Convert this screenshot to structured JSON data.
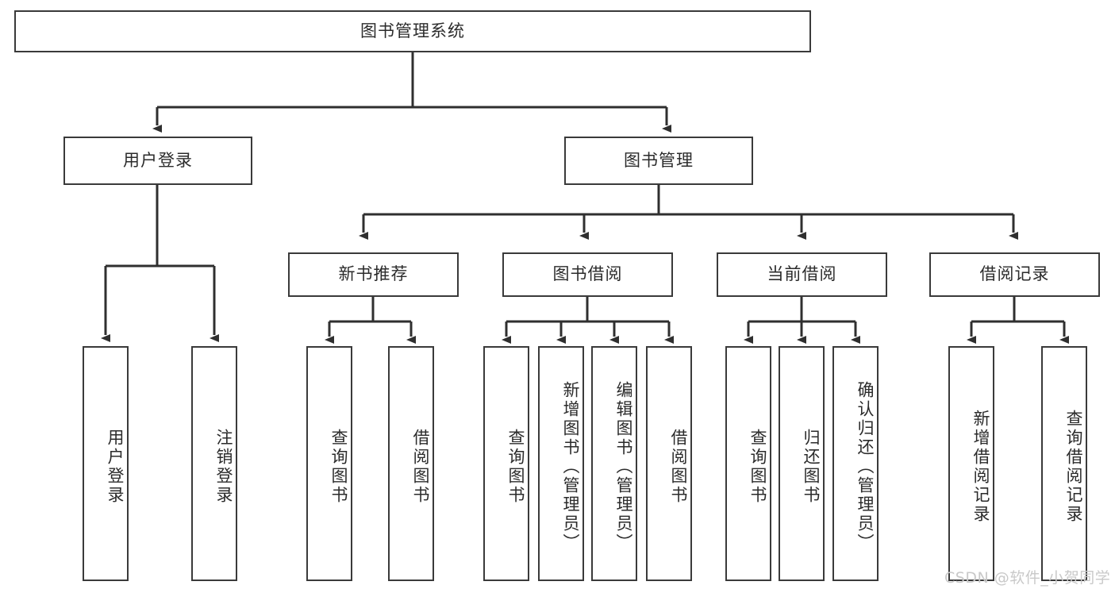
{
  "diagram": {
    "title": "图书管理系统",
    "type": "hierarchy-tree",
    "levels": 3,
    "colors": {
      "box_stroke": "#3a3a3a",
      "box_fill": "#ffffff",
      "connector": "#2f2f2f",
      "text": "#2b2b2b",
      "watermark": "#c9c9c9",
      "background": "#ffffff"
    },
    "root": {
      "label": "图书管理系统"
    },
    "level2": [
      {
        "id": "user-login",
        "label": "用户登录"
      },
      {
        "id": "book-manage",
        "label": "图书管理"
      }
    ],
    "level3": [
      {
        "id": "new-book-recommend",
        "label": "新书推荐",
        "parent": "book-manage"
      },
      {
        "id": "book-borrow",
        "label": "图书借阅",
        "parent": "book-manage"
      },
      {
        "id": "current-borrow",
        "label": "当前借阅",
        "parent": "book-manage"
      },
      {
        "id": "borrow-record",
        "label": "借阅记录",
        "parent": "book-manage"
      }
    ],
    "leaves": {
      "user-login": [
        {
          "id": "leaf-user-login",
          "label": "用户登录"
        },
        {
          "id": "leaf-user-logout",
          "label": "注销登录"
        }
      ],
      "new-book-recommend": [
        {
          "id": "leaf-query-book-1",
          "label": "查询图书"
        },
        {
          "id": "leaf-borrow-book-1",
          "label": "借阅图书"
        }
      ],
      "book-borrow": [
        {
          "id": "leaf-query-book-2",
          "label": "查询图书"
        },
        {
          "id": "leaf-add-book",
          "label": "新增图书（管理员）"
        },
        {
          "id": "leaf-edit-book",
          "label": "编辑图书（管理员）"
        },
        {
          "id": "leaf-borrow-book-2",
          "label": "借阅图书"
        }
      ],
      "current-borrow": [
        {
          "id": "leaf-query-book-3",
          "label": "查询图书"
        },
        {
          "id": "leaf-return-book",
          "label": "归还图书"
        },
        {
          "id": "leaf-confirm-return",
          "label": "确认归还（管理员）"
        }
      ],
      "borrow-record": [
        {
          "id": "leaf-add-record",
          "label": "新增借阅记录"
        },
        {
          "id": "leaf-query-record",
          "label": "查询借阅记录"
        }
      ]
    },
    "watermark": "CSDN @软件_小贺同学"
  }
}
